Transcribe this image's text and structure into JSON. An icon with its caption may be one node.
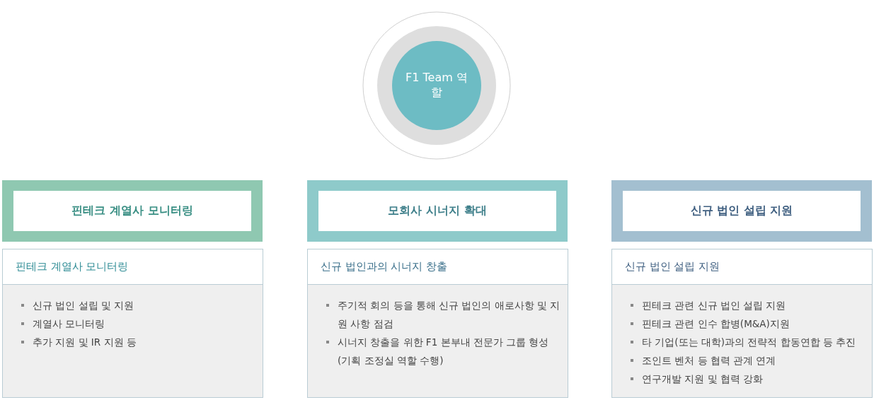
{
  "diagram": {
    "nodes": [
      {
        "text": [
          "F1 Team 역할"
        ]
      },
      {
        "text": [
          "핀테크 계열사 모니터링"
        ]
      },
      {
        "text": [
          "모회사 시너지 확대"
        ]
      },
      {
        "text": [
          "신규 법인 설립 지원"
        ]
      },
      {
        "text": [
          "핀테크 계열사 모니터링",
          "신규 법인 설립 및 지원",
          "계열사 모니터링",
          "추가 지원 및 IR 지원 등"
        ]
      },
      {
        "text": [
          "신규 법인과의 시너지 창출",
          "주기적 회의 등을 통해 신규 법인의 애로사항 및 지원 사항 점검",
          "시너지 창출을 위한 F1 본부내 전문가 그룹 형성 (기획 조정실 역할 수행)"
        ]
      },
      {
        "text": [
          "신규 법인 설립 지원",
          "핀테크 관련 신규 법인 설립 지원",
          "핀테크 관련 인수 합병(M&A)지원",
          "타 기업(또는 대학)과의 전략적 합동연합 등 추진",
          "조인트 벤처 등 협력 관계 연계",
          "연구개발 지원 및 협력 강화"
        ]
      }
    ]
  }
}
